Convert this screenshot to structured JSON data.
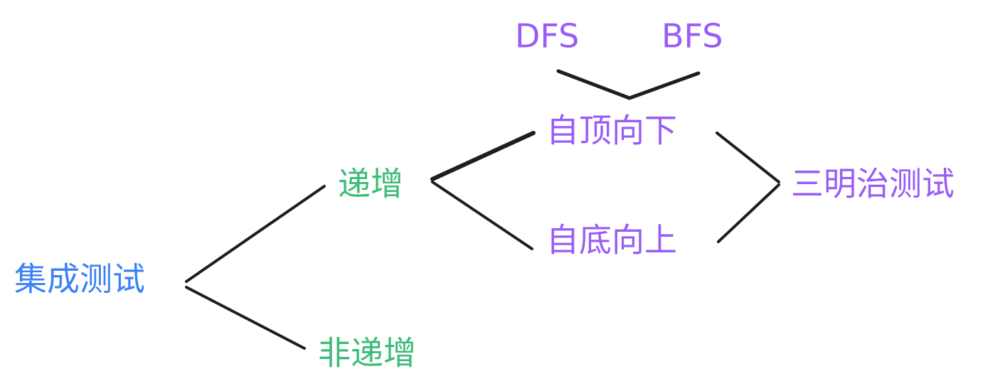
{
  "colors": {
    "root": "#3b82f6",
    "level1": "#3dbb78",
    "level2": "#9a5cf6",
    "edge": "#1e1e1e"
  },
  "nodes": {
    "root": "集成测试",
    "incremental": "递增",
    "non_incremental": "非递增",
    "top_down": "自顶向下",
    "bottom_up": "自底向上",
    "sandwich": "三明治测试",
    "dfs": "DFS",
    "bfs": "BFS"
  }
}
